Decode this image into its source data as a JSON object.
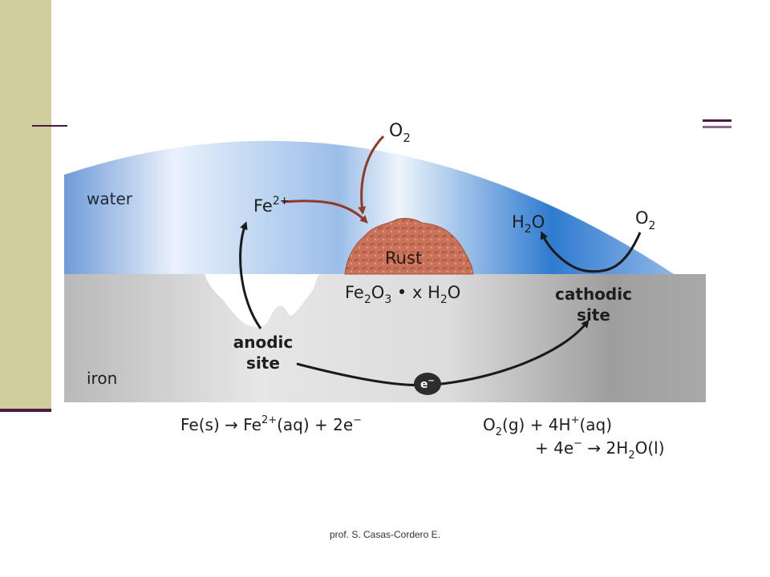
{
  "labels": {
    "water": "water",
    "iron": "iron",
    "o2_top": "O",
    "o2_top_sub": "2",
    "fe_ion": "Fe",
    "fe_ion_sup": "2+",
    "rust": "Rust",
    "rust_formula": {
      "fe": "Fe",
      "s1": "2",
      "o": "O",
      "s2": "3",
      "rest": " • x H",
      "s3": "2",
      "end": "O"
    },
    "h2o": {
      "h": "H",
      "sub": "2",
      "o": "O"
    },
    "o2_right": "O",
    "o2_right_sub": "2",
    "cathodic_site": [
      "cathodic",
      "site"
    ],
    "anodic_site": [
      "anodic",
      "site"
    ],
    "electron": "e",
    "electron_sup": "−"
  },
  "equations": {
    "anode": {
      "a": "Fe(s) → Fe",
      "sup": "2+",
      "b": "(aq) + 2e",
      "sup2": "−"
    },
    "cathode_line1": {
      "a": "O",
      "sub": "2",
      "b": "(g) + 4H",
      "sup": "+",
      "c": "(aq)"
    },
    "cathode_line2": {
      "a": "+ 4e",
      "sup": "−",
      "b": " → 2H",
      "sub": "2",
      "c": "O(l)"
    }
  },
  "footer": "prof. S. Casas-Cordero E.",
  "colors": {
    "sidebar": "#cfcd9b",
    "rule": "#4a1a47",
    "water": "#7aa6dc",
    "iron": "#b3b3b3",
    "rust": "#c9735a",
    "arrow_dark": "#1a1a1a",
    "arrow_rust": "#8e3a24"
  }
}
